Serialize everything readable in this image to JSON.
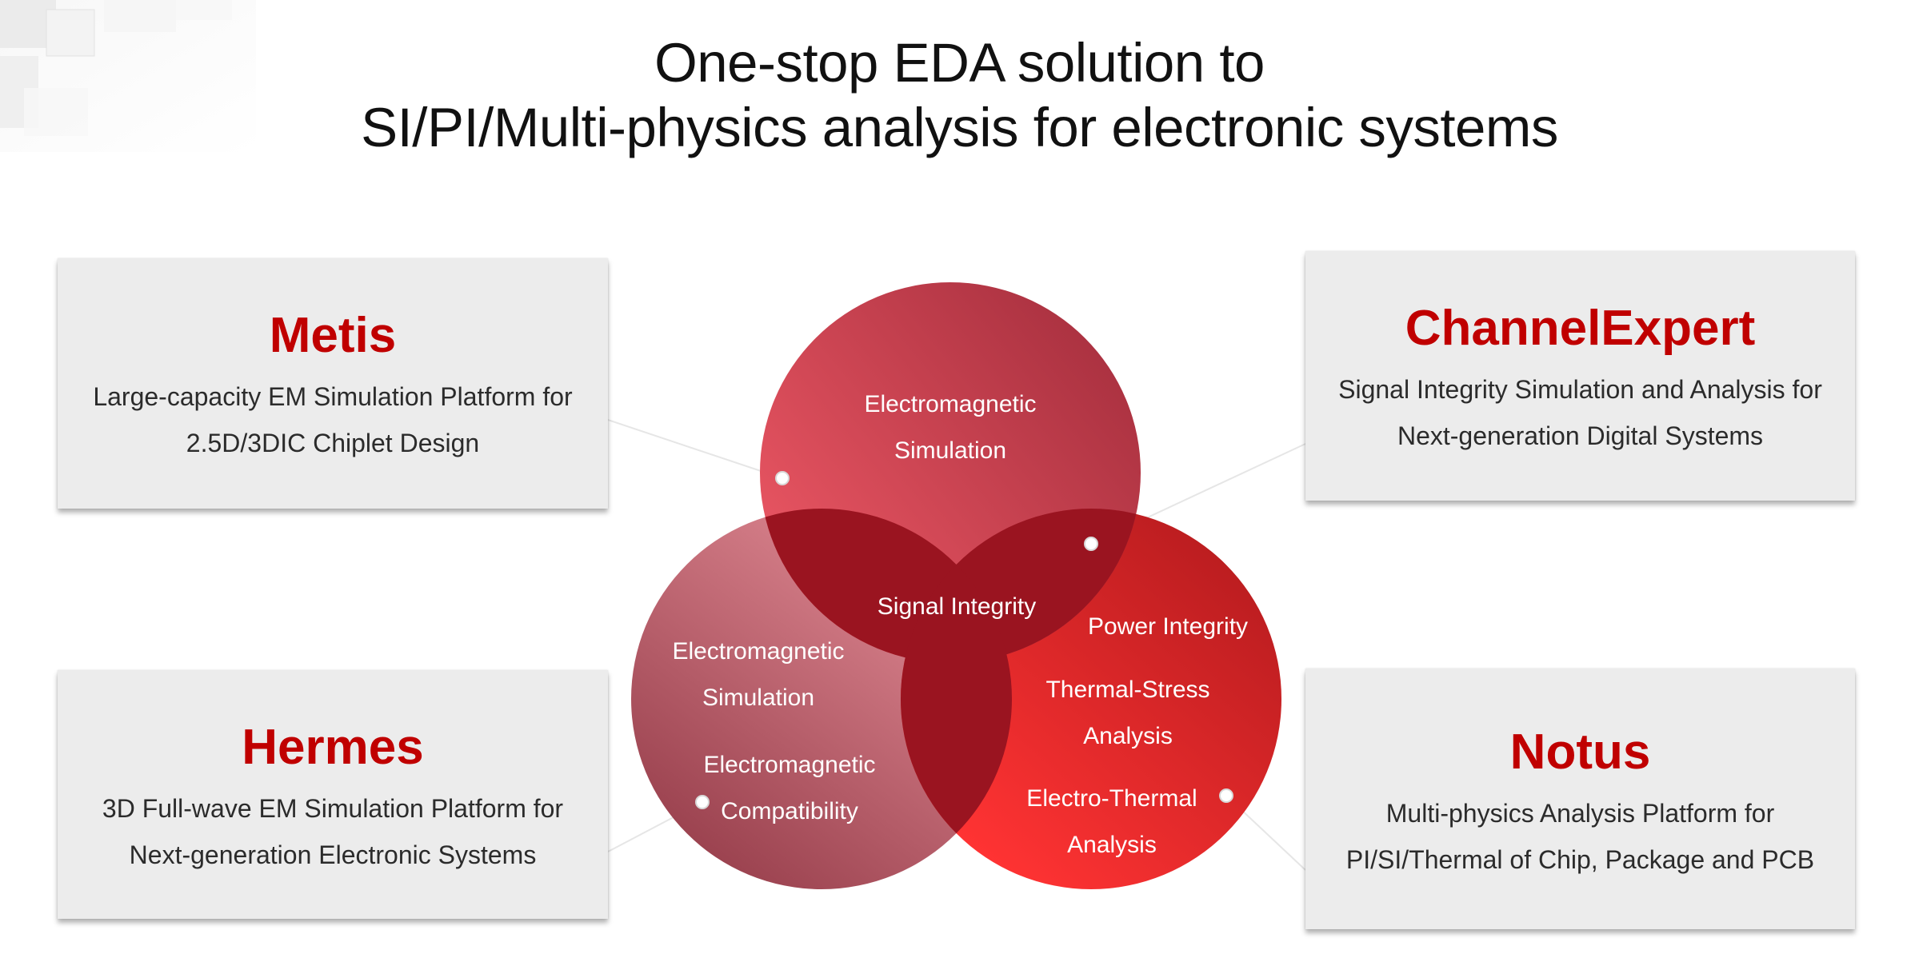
{
  "title": {
    "line1": "One-stop EDA solution to",
    "line2": "SI/PI/Multi-physics analysis for electronic systems"
  },
  "products": {
    "metis": {
      "name": "Metis",
      "desc_line1": "Large-capacity EM Simulation Platform for",
      "desc_line2": "2.5D/3DIC Chiplet Design"
    },
    "channelexpert": {
      "name": "ChannelExpert",
      "desc_line1": "Signal Integrity Simulation and Analysis for",
      "desc_line2": "Next-generation Digital Systems"
    },
    "hermes": {
      "name": "Hermes",
      "desc_line1": "3D Full-wave EM Simulation Platform for",
      "desc_line2": "Next-generation Electronic Systems"
    },
    "notus": {
      "name": "Notus",
      "desc_line1": "Multi-physics Analysis Platform for",
      "desc_line2": "PI/SI/Thermal of Chip, Package and PCB"
    }
  },
  "venn": {
    "top": {
      "line1": "Electromagnetic",
      "line2": "Simulation"
    },
    "center": "Signal Integrity",
    "left": {
      "sim_line1": "Electromagnetic",
      "sim_line2": "Simulation",
      "emc_line1": "Electromagnetic",
      "emc_line2": "Compatibility"
    },
    "right": {
      "pi": "Power Integrity",
      "ts_line1": "Thermal-Stress",
      "ts_line2": "Analysis",
      "et_line1": "Electro-Thermal",
      "et_line2": "Analysis"
    }
  },
  "colors": {
    "brand_red": "#c00000",
    "card_bg": "#ececec",
    "circle_top": "#d8404f",
    "circle_left": "#c06a75",
    "circle_right": "#e22a2a",
    "overlap": "#9a1420"
  }
}
